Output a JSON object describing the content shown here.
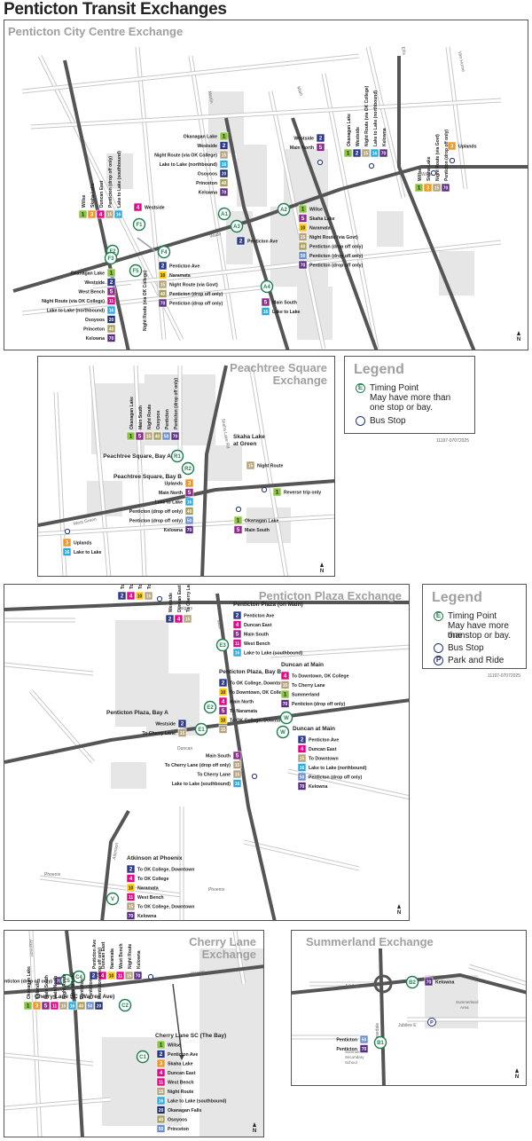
{
  "title": "Penticton Transit Exchanges",
  "route_colors": {
    "1": "#8cc63f",
    "2": "#2b3a8f",
    "3": "#f7941d",
    "4": "#ec008c",
    "5": "#92278f",
    "10": "#ffcb05",
    "11": "#ec008c",
    "15": "#b5a27a",
    "16": "#27aae1",
    "20": "#1f2f6e",
    "40": "#a8a05a",
    "50": "#6b8fc9",
    "70": "#5b2c83"
  },
  "legend": {
    "title": "Legend",
    "timing_point": "Timing Point",
    "timing_point_note1": "May have more than",
    "timing_point_note2": "one stop or bay.",
    "bus_stop": "Bus Stop",
    "park_ride": "Park and Ride",
    "code": "11197-07072025"
  },
  "city_centre": {
    "title": "Penticton City Centre Exchange",
    "streets": [
      "Martin",
      "Main",
      "Ellis",
      "Van Horne",
      "Wade",
      "Winnipeg",
      "Eckhardt"
    ],
    "stops": {
      "F1": {
        "label": "F1",
        "routes": [
          "1",
          "3",
          "4",
          "15",
          "16"
        ],
        "lines": [
          "Willse",
          "Skaha Lake",
          "Duncan East",
          "Penticton (drop off only)",
          "Lake to Lake (southbound)"
        ]
      },
      "F1b": {
        "routes": [
          "4"
        ],
        "lines": [
          "Westside"
        ]
      },
      "F2": {
        "label": "F2"
      },
      "F3": {
        "label": "F3",
        "routes": [
          "1",
          "2",
          "5",
          "11",
          "16",
          "20",
          "40",
          "70"
        ],
        "lines": [
          "Okanagan Lake",
          "Westside",
          "West Bench",
          "Night Route (via OK College)",
          "Lake to Lake (northbound)",
          "Osoyoos",
          "Princeton",
          "Kelowna"
        ]
      },
      "F4": {
        "label": "F4",
        "routes": [
          "2",
          "10",
          "15",
          "40",
          "70"
        ],
        "lines": [
          "Penticton Ave",
          "Naramata",
          "Night Route (via Govt)",
          "Penticton (drop off only)",
          "Penticton (drop off only)"
        ]
      },
      "F5": {
        "label": "F5",
        "lines": [
          "Night Route (via OK College)"
        ]
      },
      "A1": {
        "label": "A1",
        "routes": [
          "1",
          "2",
          "15",
          "16",
          "20",
          "40",
          "70"
        ],
        "lines": [
          "Okanagan Lake",
          "Westside",
          "Night Route (via OK College)",
          "Lake to Lake (northbound)",
          "Osoyoos",
          "Princeton",
          "Kelowna"
        ]
      },
      "A2": {
        "label": "A2",
        "routes": [
          "1",
          "5",
          "10",
          "15",
          "40",
          "50",
          "70"
        ],
        "lines": [
          "Willse",
          "Skaha Lake",
          "Naramata",
          "Night Route (via Govt)",
          "Penticton (drop off only)",
          "Penticton (drop off only)",
          "Penticton (drop off only)"
        ]
      },
      "A3": {
        "label": "A3",
        "routes": [
          "2"
        ],
        "lines": [
          "Penticton Ave"
        ]
      },
      "A4": {
        "label": "A4",
        "routes": [
          "5",
          "16"
        ],
        "lines": [
          "Main South",
          "Lake to Lake"
        ]
      },
      "westside_mn": {
        "routes": [
          "2",
          "5"
        ],
        "lines": [
          "Westside",
          "Main North"
        ]
      },
      "top_right": {
        "routes": [
          "1",
          "2",
          "15",
          "16",
          "70"
        ],
        "lines": [
          "Okanagan Lake",
          "Westside",
          "Night Route (via OK College)",
          "Lake to Lake (northbound)",
          "Kelowna"
        ]
      },
      "uplands": {
        "routes": [
          "3"
        ],
        "lines": [
          "Uplands"
        ]
      },
      "ellis_south": {
        "routes": [
          "1",
          "3",
          "15",
          "70"
        ],
        "lines": [
          "Willse",
          "Skaha Lake",
          "Night Route (via Govt)",
          "Penticton (drop off only)"
        ]
      }
    }
  },
  "peachtree": {
    "title1": "Peachtree Square",
    "title2": "Exchange",
    "bay_a": "Peachtree Square, Bay A",
    "bay_b": "Peachtree Square, Bay B",
    "skaha_green": "Skaha Lake at Green",
    "streets": [
      "West Green",
      "Skaha Lake Rd"
    ],
    "stops": {
      "R1": {
        "label": "R1",
        "routes": [
          "1",
          "5",
          "15",
          "40",
          "50",
          "70"
        ],
        "lines": [
          "Okanagan Lake",
          "Main South",
          "Night Route",
          "Osoyoos",
          "Penticton",
          "Penticton (drop off only)"
        ]
      },
      "R2": {
        "label": "R2",
        "routes": [
          "3",
          "5",
          "16",
          "40",
          "50",
          "70"
        ],
        "lines": [
          "Uplands",
          "Main North",
          "Lake to Lake",
          "Penticton (drop off only)",
          "Penticton (drop off only)",
          "Kelowna"
        ]
      },
      "night": {
        "routes": [
          "15"
        ],
        "lines": [
          "Night Route"
        ]
      },
      "reverse": {
        "routes": [
          "1"
        ],
        "lines": [
          "Reverse trip only"
        ]
      },
      "okl_ms": {
        "routes": [
          "1",
          "5"
        ],
        "lines": [
          "Okanagan Lake",
          "Main South"
        ]
      },
      "upl": {
        "routes": [
          "3",
          "16"
        ],
        "lines": [
          "Uplands",
          "Lake to Lake"
        ]
      }
    }
  },
  "plaza": {
    "title": "Penticton Plaza Exchange",
    "on_main": "Penticton Plaza (on Main)",
    "bay_b": "Penticton Plaza, Bay B",
    "bay_a": "Penticton Plaza, Bay A",
    "duncan_main1": "Duncan at Main",
    "duncan_main2": "Duncan at Main",
    "atkinson": "Atkinson at Phoenix",
    "streets": [
      "Calgary",
      "Main",
      "Duncan",
      "Phoenix",
      "Atkinson"
    ],
    "stops": {
      "E3": {
        "label": "E3",
        "routes": [
          "2",
          "4",
          "5",
          "11",
          "16"
        ],
        "lines": [
          "Penticton Ave",
          "Duncan East",
          "Main South",
          "West Bench",
          "Lake to Lake (southbound)"
        ]
      },
      "E2": {
        "label": "E2",
        "routes": [
          "2",
          "10",
          "4",
          "5",
          "10",
          "15"
        ],
        "lines": [
          "To OK College, Downtown",
          "To Downtown, OK College",
          "Main North",
          "To Naramata",
          "To OK College, Downtown"
        ]
      },
      "E1": {
        "label": "E1",
        "routes": [
          "2",
          "15"
        ],
        "lines": [
          "Westside",
          "To Cherry Lane"
        ]
      },
      "W1": {
        "label": "W",
        "routes": [
          "4",
          "15",
          "1",
          "70"
        ],
        "lines": [
          "To Downtown, OK College",
          "To Cherry Lane",
          "Summerland",
          "Penticton (drop off only)"
        ]
      },
      "W2": {
        "label": "W",
        "routes": [
          "2",
          "4",
          "15",
          "16",
          "50",
          "70"
        ],
        "lines": [
          "Penticton Ave",
          "Duncan East",
          "To Downtown",
          "Lake to Lake (northbound)",
          "Penticton (drop off only)",
          "Kelowna"
        ]
      },
      "duncan_south": {
        "routes": [
          "5",
          "15",
          "15",
          "16"
        ],
        "lines": [
          "Main South",
          "To Cherry Lane (drop off only)",
          "To Cherry Lane",
          "Lake to Lake (southbound)"
        ]
      },
      "V": {
        "label": "V",
        "routes": [
          "2",
          "4",
          "10",
          "11",
          "15",
          "70"
        ],
        "lines": [
          "To OK College, Downtown",
          "To OK College",
          "Naramata",
          "West Bench",
          "To OK College, Downtown",
          "Kelowna"
        ]
      },
      "top1": {
        "routes": [
          "2",
          "4",
          "10",
          "15"
        ],
        "lines": [
          "To OK College, Downtown",
          "To Downtown, OK College",
          "To OK College, Downtown",
          "To Cherry Lane"
        ]
      },
      "top2": {
        "routes": [
          "2",
          "4",
          "15"
        ],
        "lines": [
          "Westside",
          "Duncan East",
          "To Cherry Lane"
        ]
      }
    }
  },
  "cherry_lane": {
    "title1": "Cherry Lane",
    "title2": "Exchange",
    "warren": "Cherry Lane SC (Warren Ave)",
    "the_bay": "Cherry Lane SC (The Bay)",
    "streets": [
      "Warren",
      "Atkinson"
    ],
    "stops": {
      "C5": {
        "label": "C5",
        "routes": [
          "70"
        ],
        "lines": [
          "Penticton (drop off only)"
        ]
      },
      "C4": {
        "label": "C4",
        "routes": [
          "2",
          "4",
          "10",
          "11",
          "15",
          "70"
        ],
        "lines": [
          "Penticton Ave",
          "Duncan East",
          "Naramata",
          "West Bench",
          "Night Route",
          "Kelowna"
        ]
      },
      "C2": {
        "label": "C2",
        "routes": [
          "1",
          "3",
          "5",
          "11",
          "15",
          "16",
          "40",
          "50",
          "20"
        ],
        "lines": [
          "Okanagan Lake",
          "Uplands",
          "Main South",
          "Main North",
          "Night Route",
          "Lake to Lake",
          "Penticton",
          "Penticton",
          "Penticton (drop off only)"
        ]
      },
      "C1": {
        "label": "C1",
        "routes": [
          "1",
          "2",
          "3",
          "4",
          "11",
          "15",
          "16",
          "20",
          "40",
          "50"
        ],
        "lines": [
          "Willse",
          "Penticton Ave",
          "Skaha Lake",
          "Duncan East",
          "West Bench",
          "Night Route",
          "Lake to Lake (southbound)",
          "Okanagan Falls",
          "Osoyoos",
          "Princeton"
        ]
      }
    }
  },
  "summerland": {
    "title": "Summerland Exchange",
    "streets": [
      "Jubilee W",
      "Jubilee E",
      "Rosedale"
    ],
    "places": [
      "Summerland Area",
      "Summerland Secondary School"
    ],
    "stops": {
      "B2": {
        "label": "B2",
        "routes": [
          "70"
        ],
        "lines": [
          "Kelowna"
        ]
      },
      "B1": {
        "label": "B1",
        "routes": [
          "50",
          "70"
        ],
        "lines": [
          "Penticton",
          "Penticton"
        ]
      }
    }
  },
  "north_label": "N"
}
